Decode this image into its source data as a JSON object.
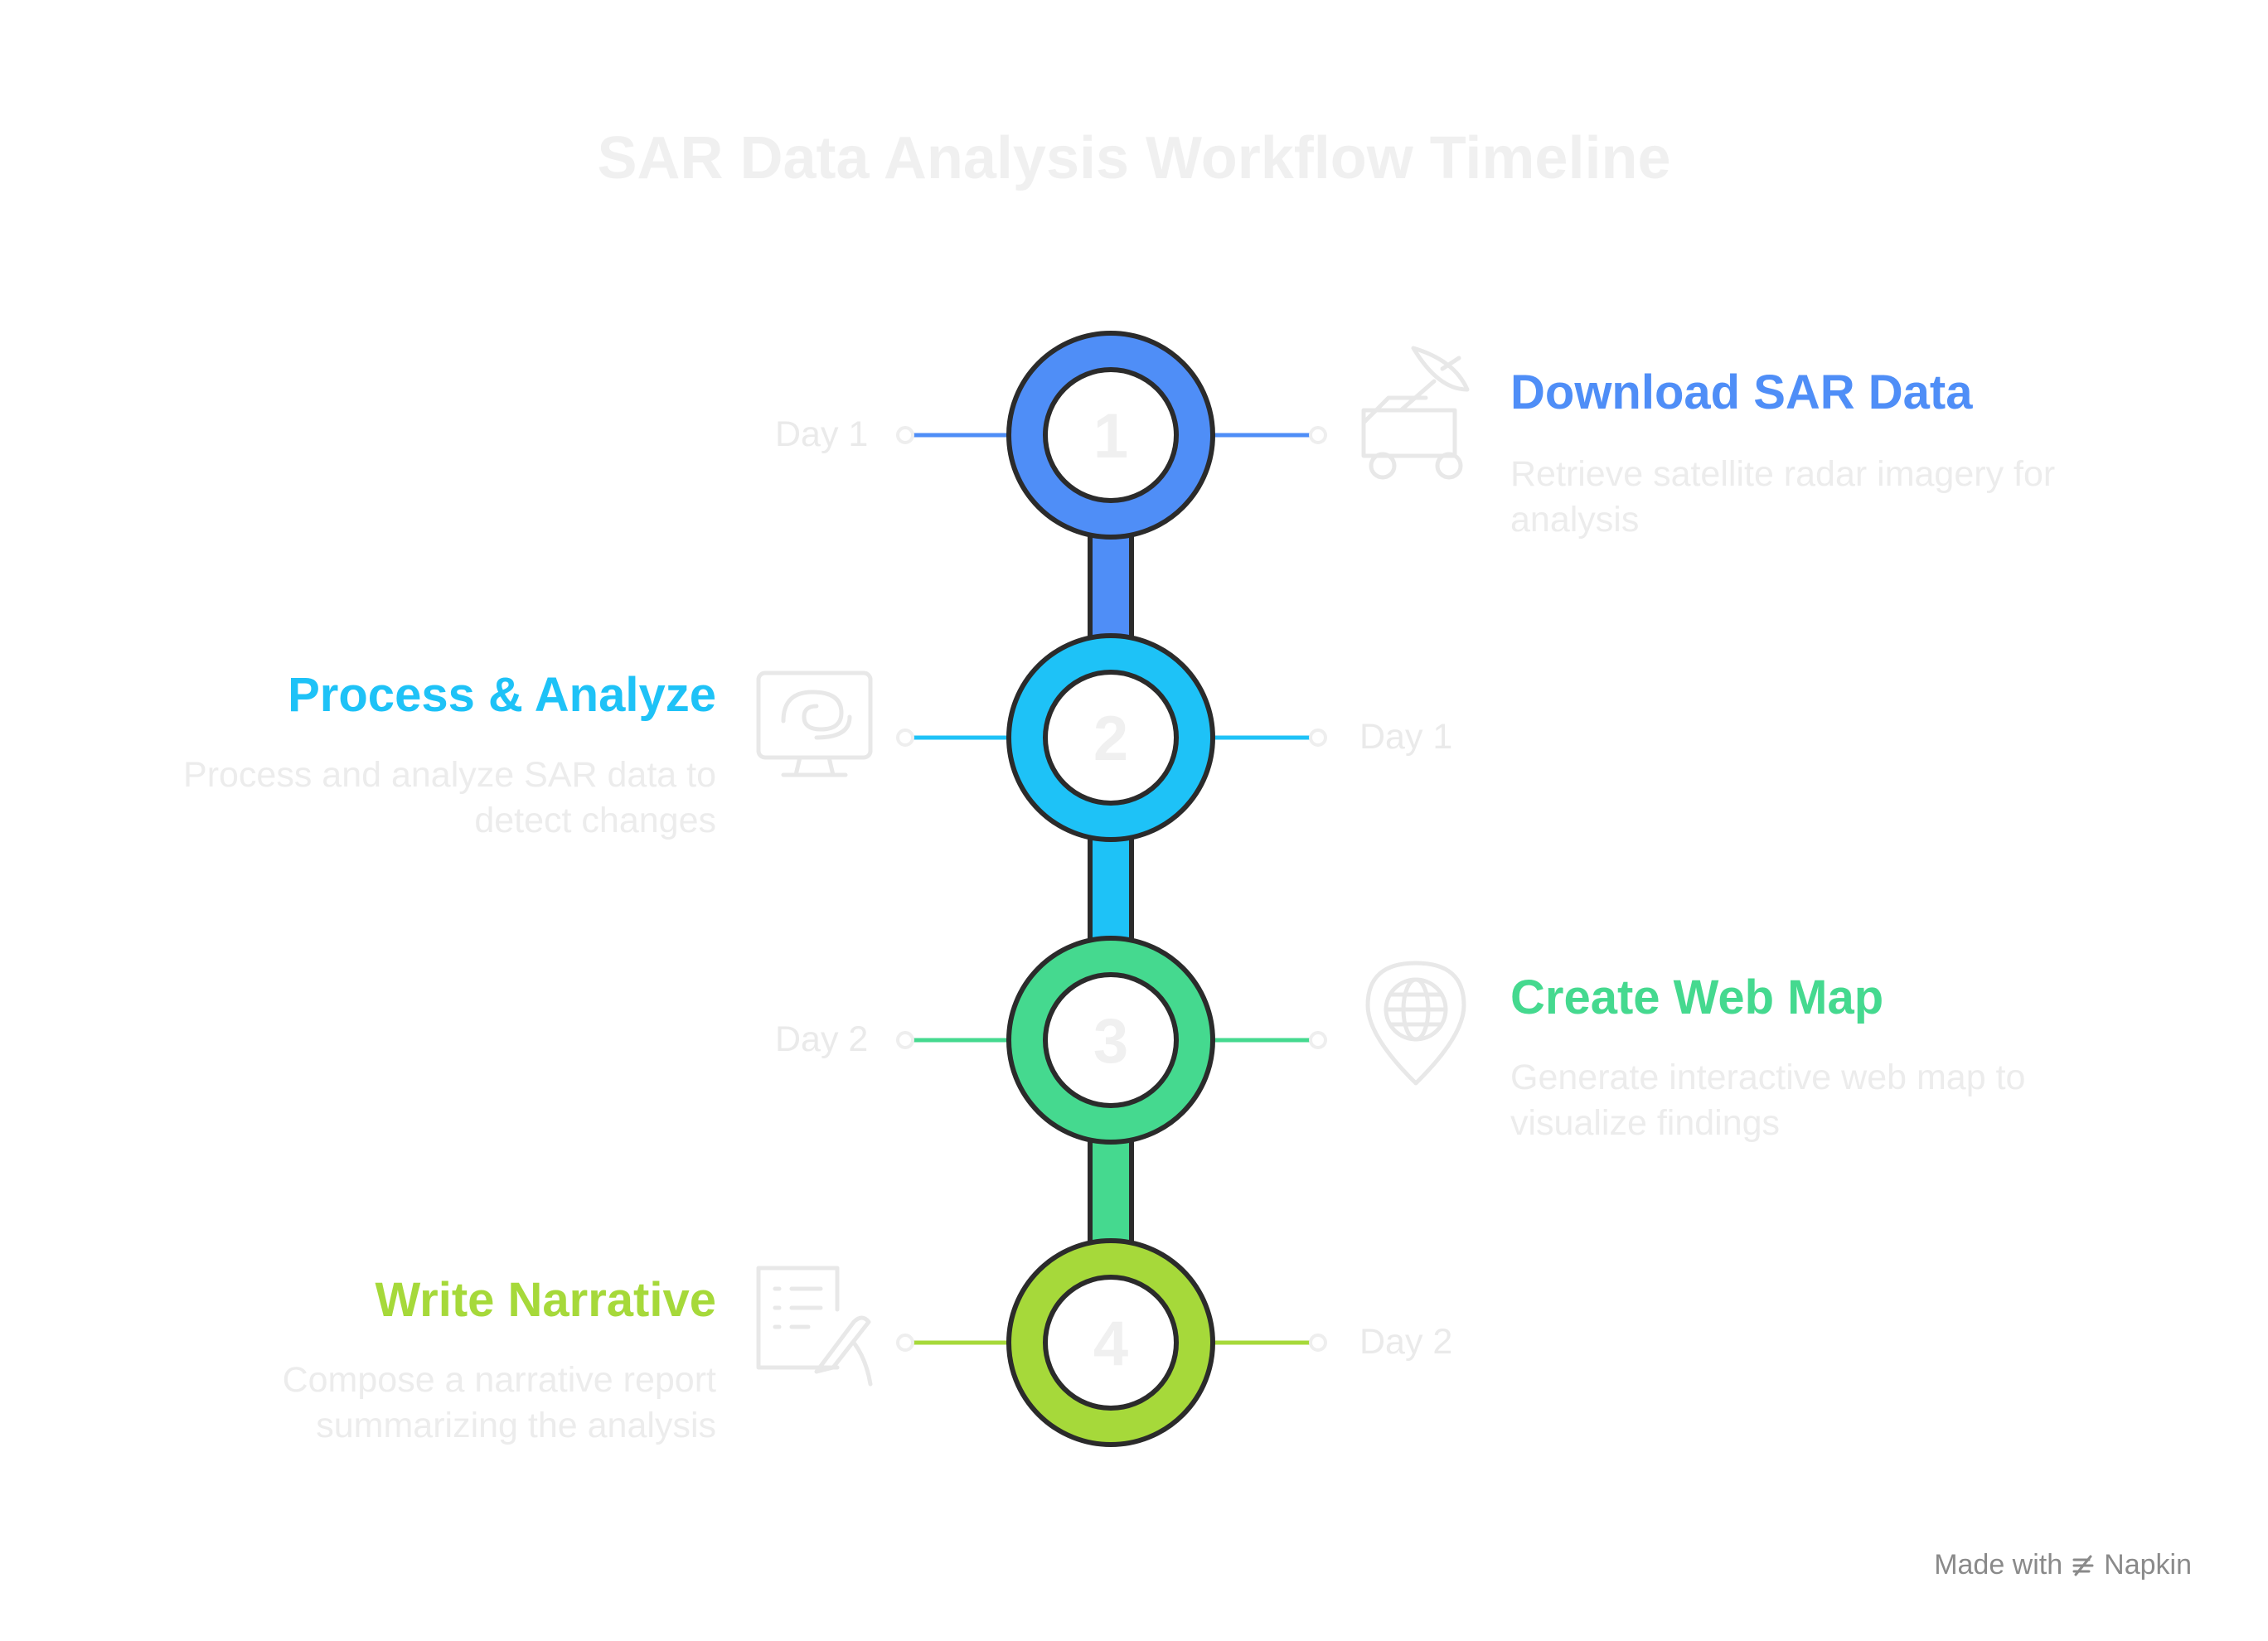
{
  "title": "SAR Data Analysis Workflow Timeline",
  "steps": [
    {
      "number": "1",
      "title": "Download SAR Data",
      "description": "Retrieve satellite radar imagery for analysis",
      "day": "Day 1",
      "color": "#4f8ef7",
      "icon": "satellite-truck-icon"
    },
    {
      "number": "2",
      "title": "Process & Analyze",
      "description": "Process and analyze SAR data to detect changes",
      "day": "Day 1",
      "color": "#1ec2f7",
      "icon": "monitor-analysis-icon"
    },
    {
      "number": "3",
      "title": "Create Web Map",
      "description": "Generate interactive web map to visualize findings",
      "day": "Day 2",
      "color": "#45d98f",
      "icon": "globe-pin-icon"
    },
    {
      "number": "4",
      "title": "Write Narrative",
      "description": "Compose a narrative report summarizing the analysis",
      "day": "Day 2",
      "color": "#a6d93a",
      "icon": "document-pen-icon"
    }
  ],
  "watermark": {
    "prefix": "Made with",
    "brand": "Napkin"
  }
}
